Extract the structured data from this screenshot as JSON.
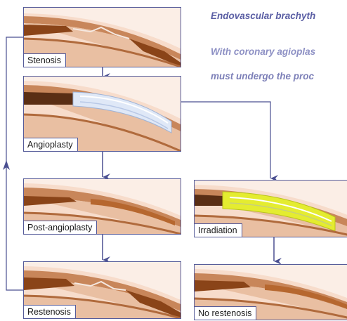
{
  "panels": {
    "stenosis": "Stenosis",
    "angioplasty": "Angioplasty",
    "post_angioplasty": "Post-angioplasty",
    "restenosis": "Restenosis",
    "irradiation": "Irradiation",
    "no_restenosis": "No restenosis"
  },
  "captions": {
    "line1": "Endovascular brachyth",
    "line2": "With coronary agioplas",
    "line3": "must undergo the proc"
  },
  "colors": {
    "frame": "#565c9a",
    "arrow": "#4a4f91",
    "vessel_wall": "#c27a4a",
    "plaque": "#8a4418",
    "balloon": "#dfe8f7",
    "radiation": "#e4ec30"
  }
}
